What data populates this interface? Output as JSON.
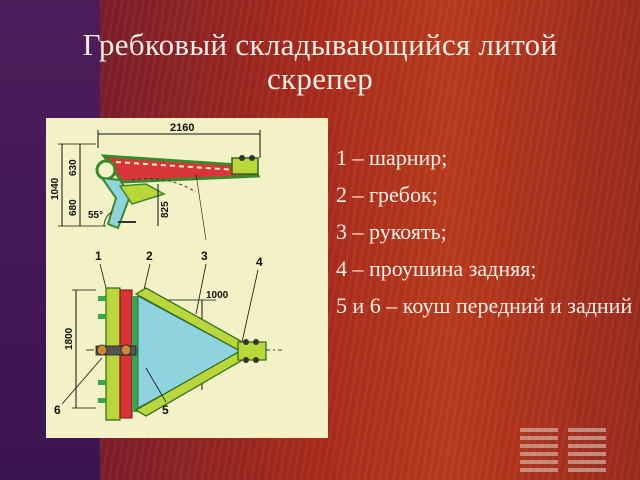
{
  "title": "Гребковый  складывающийся  литой скрепер",
  "legend": [
    "1 – шарнир;",
    "2 – гребок;",
    "3 – рукоять;",
    "4 – проушина задняя;",
    "5  и  6 – коуш передний и задний"
  ],
  "drawing": {
    "dimensions": {
      "total_length": "2160",
      "height_total": "1040",
      "height_upper": "630",
      "height_lower": "680",
      "offset": "825",
      "angle": "55°",
      "plan_length": "1000",
      "plan_width": "1800"
    },
    "callouts": [
      "1",
      "2",
      "3",
      "4",
      "6",
      "5"
    ]
  },
  "colors": {
    "yellow_green": "#b9d63a",
    "red": "#d8343a",
    "teal": "#8fd3df",
    "green": "#3aa64a",
    "paper": "#f3f1c6"
  }
}
